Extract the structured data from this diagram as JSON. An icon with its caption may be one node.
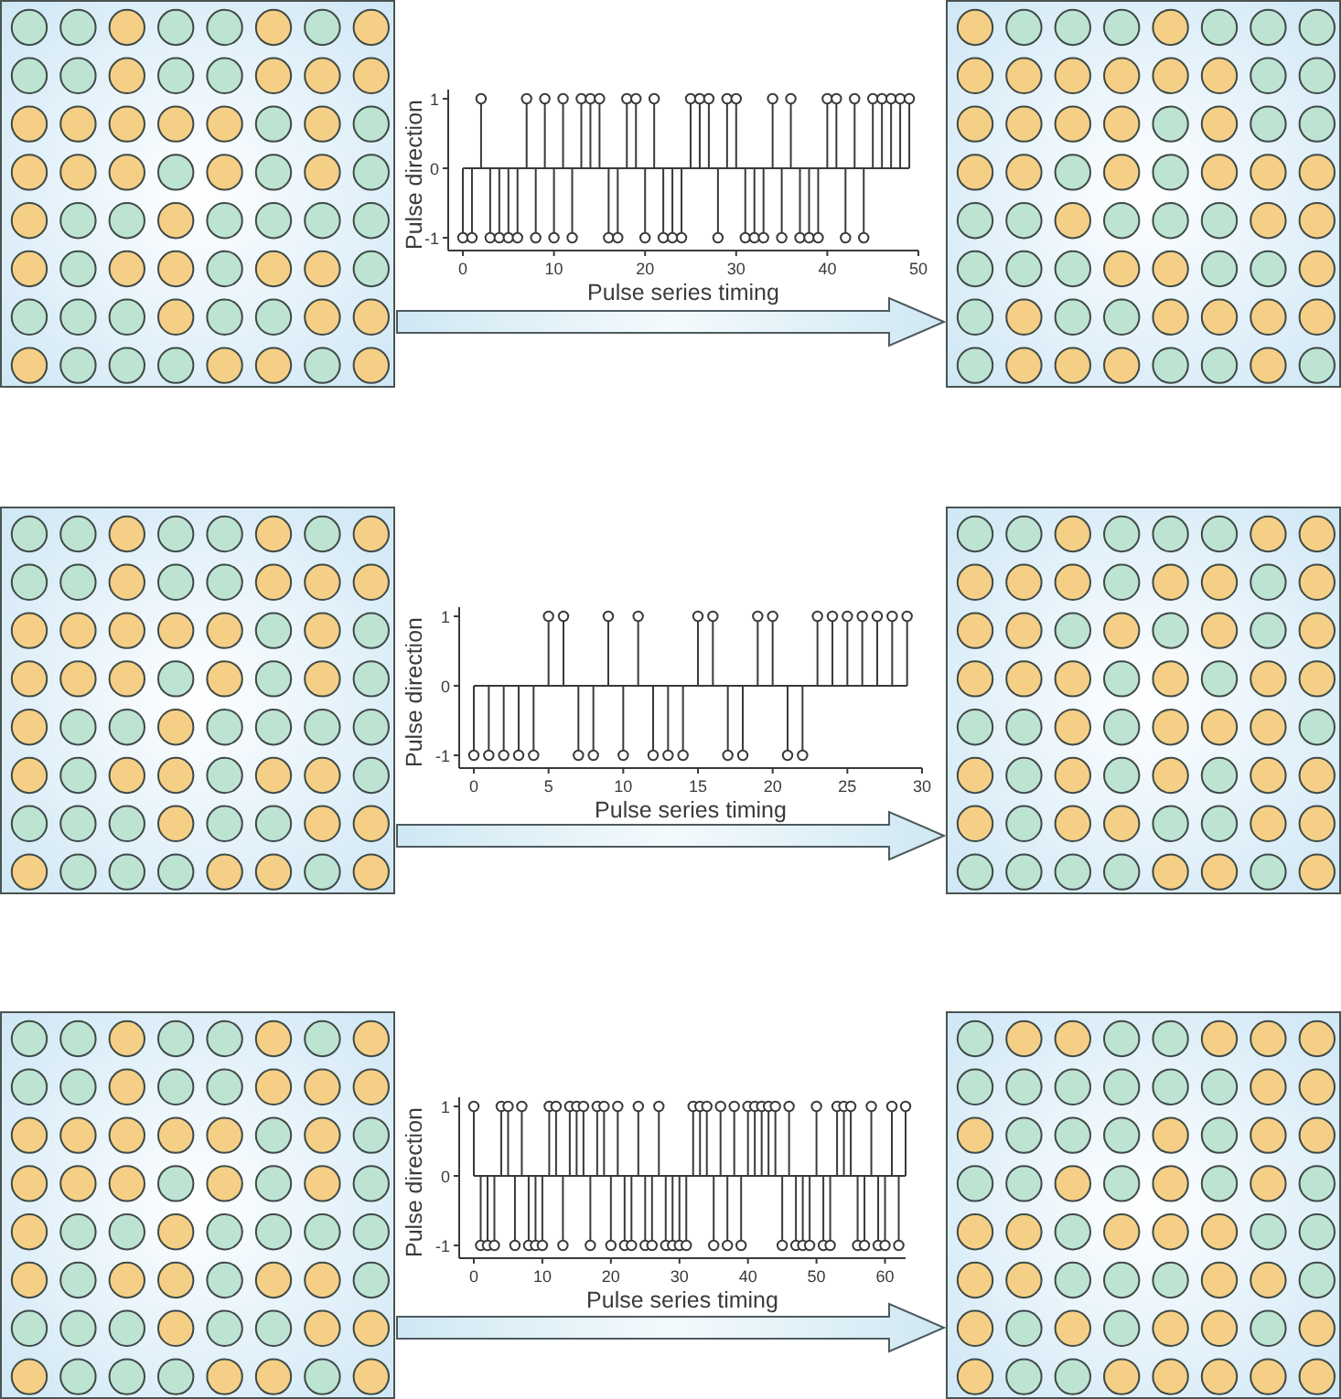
{
  "diagram": {
    "nodes": [
      {
        "text": [],
        "shape": "box"
      },
      {
        "text": [],
        "shape": "box"
      },
      {
        "text": [],
        "shape": "box"
      },
      {
        "text": [],
        "shape": "box"
      },
      {
        "text": [],
        "shape": "box"
      },
      {
        "text": [],
        "shape": "box"
      }
    ],
    "edges": [
      {
        "from": 0,
        "to": 1,
        "arrow": "to"
      },
      {
        "from": 2,
        "to": 3,
        "arrow": "to"
      },
      {
        "from": 4,
        "to": 5,
        "arrow": "to"
      }
    ],
    "chart_data": [
      {
        "type": "scatter",
        "xlabel": "Pulse series timing",
        "ylabel": "Pulse direction",
        "xlim": [
          0,
          50
        ],
        "ylim": [
          -1,
          1
        ],
        "xticks": [
          0,
          10,
          20,
          30,
          40,
          50
        ],
        "yticks": [
          -1,
          0,
          1
        ],
        "x": [
          0,
          1,
          2,
          3,
          4,
          5,
          6,
          7,
          8,
          9,
          10,
          11,
          12,
          13,
          14,
          15,
          16,
          17,
          18,
          19,
          20,
          21,
          22,
          23,
          24,
          25,
          26,
          27,
          28,
          29,
          30,
          31,
          32,
          33,
          34,
          35,
          36,
          37,
          38,
          39,
          40,
          41,
          42,
          43,
          44,
          45,
          46,
          47,
          48,
          49
        ],
        "values": [
          -1,
          -1,
          1,
          -1,
          -1,
          -1,
          -1,
          1,
          -1,
          1,
          -1,
          1,
          -1,
          1,
          1,
          1,
          -1,
          -1,
          1,
          1,
          -1,
          1,
          -1,
          -1,
          -1,
          1,
          1,
          1,
          -1,
          1,
          1,
          -1,
          -1,
          -1,
          1,
          -1,
          1,
          -1,
          -1,
          -1,
          1,
          1,
          -1,
          1,
          -1,
          1,
          1,
          1,
          1,
          1
        ]
      },
      {
        "type": "scatter",
        "xlabel": "Pulse series timing",
        "ylabel": "Pulse direction",
        "xlim": [
          0,
          30
        ],
        "ylim": [
          -1,
          1
        ],
        "xticks": [
          0,
          5,
          10,
          15,
          20,
          25,
          30
        ],
        "yticks": [
          -1,
          0,
          1
        ],
        "x": [
          0,
          1,
          2,
          3,
          4,
          5,
          6,
          7,
          8,
          9,
          10,
          11,
          12,
          13,
          14,
          15,
          16,
          17,
          18,
          19,
          20,
          21,
          22,
          23,
          24,
          25,
          26,
          27,
          28,
          29
        ],
        "values": [
          -1,
          -1,
          -1,
          -1,
          -1,
          1,
          1,
          -1,
          -1,
          1,
          -1,
          1,
          -1,
          -1,
          -1,
          1,
          1,
          -1,
          -1,
          1,
          1,
          -1,
          -1,
          1,
          1,
          1,
          1,
          1,
          1,
          1
        ]
      },
      {
        "type": "scatter",
        "xlabel": "Pulse series timing",
        "ylabel": "Pulse direction",
        "xlim": [
          0,
          63
        ],
        "ylim": [
          -1,
          1
        ],
        "xticks": [
          0,
          10,
          20,
          30,
          40,
          50,
          60
        ],
        "yticks": [
          -1,
          0,
          1
        ],
        "x": [
          0,
          1,
          2,
          3,
          4,
          5,
          6,
          7,
          8,
          9,
          10,
          11,
          12,
          13,
          14,
          15,
          16,
          17,
          18,
          19,
          20,
          21,
          22,
          23,
          24,
          25,
          26,
          27,
          28,
          29,
          30,
          31,
          32,
          33,
          34,
          35,
          36,
          37,
          38,
          39,
          40,
          41,
          42,
          43,
          44,
          45,
          46,
          47,
          48,
          49,
          50,
          51,
          52,
          53,
          54,
          55,
          56,
          57,
          58,
          59,
          60,
          61,
          62,
          63
        ],
        "values": [
          1,
          -1,
          -1,
          -1,
          1,
          1,
          -1,
          1,
          -1,
          -1,
          -1,
          1,
          1,
          -1,
          1,
          1,
          1,
          -1,
          1,
          1,
          -1,
          1,
          -1,
          -1,
          1,
          -1,
          -1,
          1,
          -1,
          -1,
          -1,
          -1,
          1,
          1,
          1,
          -1,
          1,
          -1,
          1,
          -1,
          1,
          1,
          1,
          1,
          1,
          -1,
          1,
          -1,
          -1,
          -1,
          1,
          -1,
          -1,
          1,
          1,
          1,
          -1,
          -1,
          1,
          -1,
          -1,
          1,
          -1,
          1
        ]
      }
    ]
  }
}
